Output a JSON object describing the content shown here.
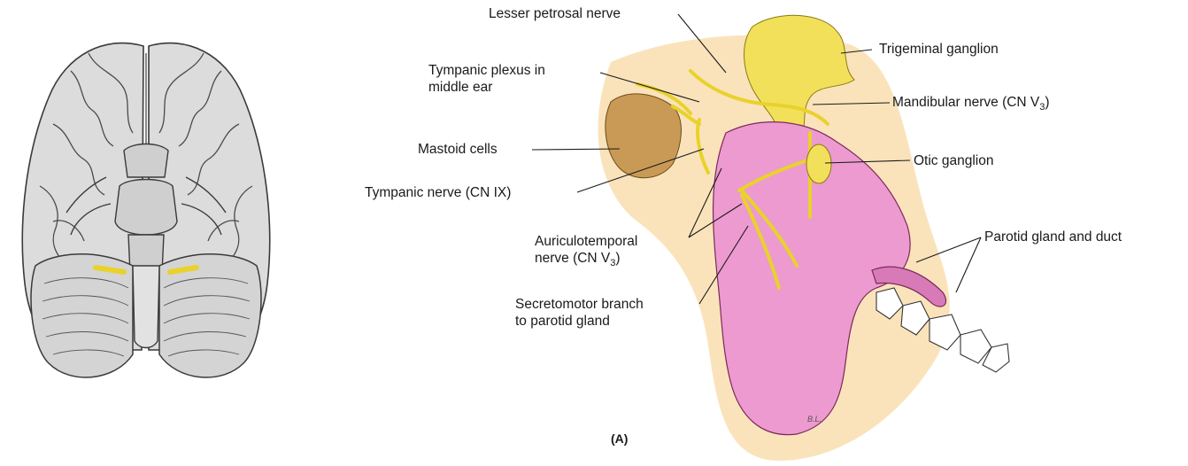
{
  "labels": {
    "lesser_petrosal": "Lesser petrosal nerve",
    "trigeminal_ganglion": "Trigeminal ganglion",
    "tympanic_plexus": [
      "Tympanic plexus in",
      "middle ear"
    ],
    "mandibular_nerve": {
      "text": "Mandibular nerve (CN V",
      "sub": "3",
      "close": ")"
    },
    "mastoid_cells": "Mastoid cells",
    "otic_ganglion": "Otic ganglion",
    "tympanic_nerve": "Tympanic nerve (CN IX)",
    "parotid_gland": "Parotid gland and duct",
    "auriculotemporal": {
      "line1": "Auriculotemporal",
      "line2": "nerve (CN V",
      "sub": "3",
      "close": ")"
    },
    "secretomotor": [
      "Secretomotor branch",
      "to parotid gland"
    ],
    "panel_letter": "(A)",
    "artist_signature": "B.L."
  },
  "colors": {
    "nerve": "#e9d22a",
    "nerve_outline": "#8a7a10",
    "brain_fill": "#d9d9d9",
    "brain_outline": "#3a3a3a",
    "parotid": "#ec9ad0",
    "mastoid": "#c99a55",
    "background_wash": "#f8d9a4",
    "leader_line": "#1a1a1a"
  }
}
